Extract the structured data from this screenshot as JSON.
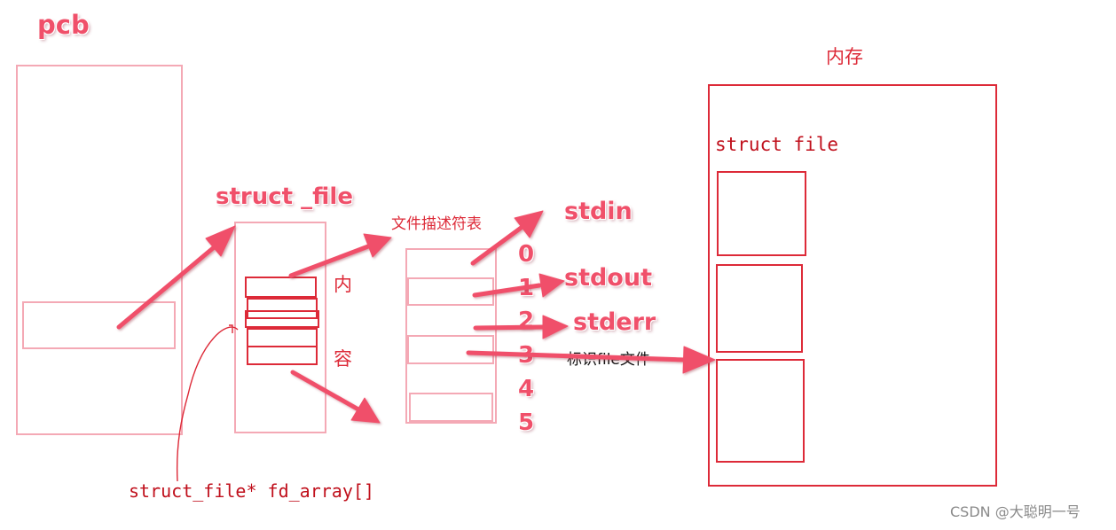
{
  "labels": {
    "pcb": "pcb",
    "struct_file": "struct _file",
    "fd_table_title": "文件描述符表",
    "content_top": "内",
    "content_bottom": "容",
    "fd_array": "struct_file* fd_array[]",
    "memory_title": "内存",
    "struct_file_mem": "struct file",
    "identify_file": "标识file文件",
    "watermark": "CSDN @大聪明一号"
  },
  "fd_indices": [
    "0",
    "1",
    "2",
    "3",
    "4",
    "5"
  ],
  "streams": {
    "stdin": "stdin",
    "stdout": "stdout",
    "stderr": "stderr"
  },
  "colors": {
    "pink_arrow": "#f0506a",
    "pink_box": "#f4a9b5",
    "red_box": "#dd2a38",
    "label_red": "#c0101c"
  }
}
